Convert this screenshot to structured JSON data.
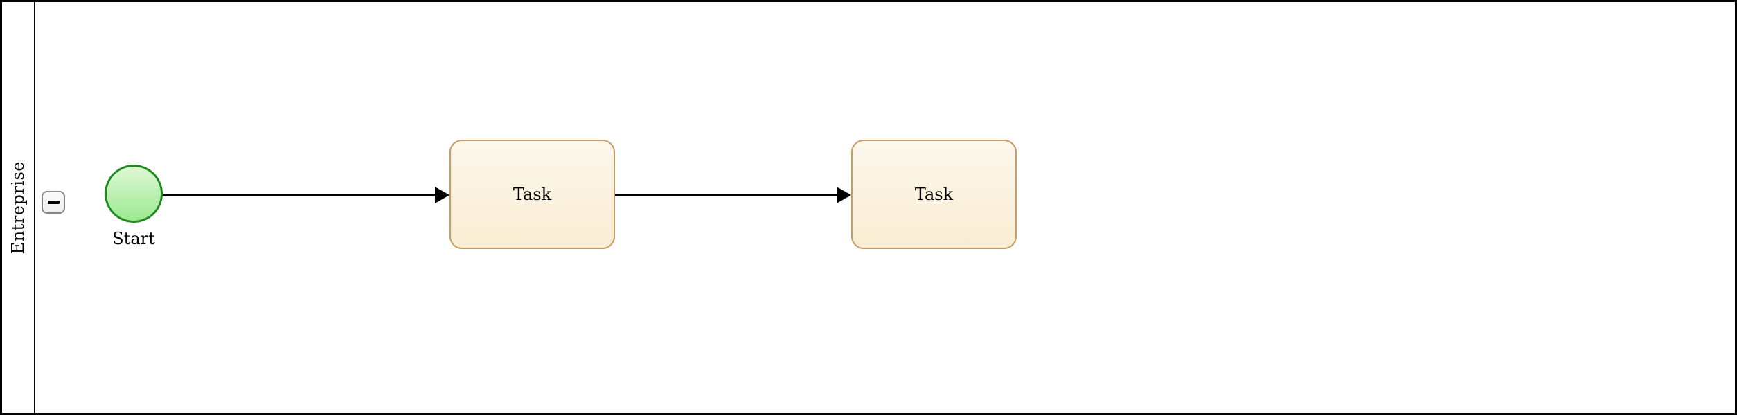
{
  "pool": {
    "label": "Entreprise",
    "collapse_button": {
      "icon": "minus-icon",
      "state": "expanded"
    }
  },
  "nodes": {
    "start_event": {
      "type": "start-event",
      "label": "Start",
      "stroke": "#1e8a1e",
      "fill_top": "#ddf8d5",
      "fill_bottom": "#9ce98f"
    },
    "task1": {
      "type": "task",
      "label": "Task",
      "stroke": "#c89b61",
      "fill_top": "#fdf8ed",
      "fill_bottom": "#f9ecd2"
    },
    "task2": {
      "type": "task",
      "label": "Task",
      "stroke": "#c89b61",
      "fill_top": "#fdf8ed",
      "fill_bottom": "#f9ecd2"
    }
  },
  "edges": [
    {
      "type": "sequence-flow",
      "from": "start_event",
      "to": "task1",
      "color": "#000000",
      "arrowhead": "filled-triangle"
    },
    {
      "type": "sequence-flow",
      "from": "task1",
      "to": "task2",
      "color": "#000000",
      "arrowhead": "filled-triangle"
    }
  ],
  "colors": {
    "pool_border": "#000000",
    "pool_background": "#ffffff",
    "collapse_button_border": "#888888",
    "collapse_button_fill": "#f4f4f4"
  }
}
